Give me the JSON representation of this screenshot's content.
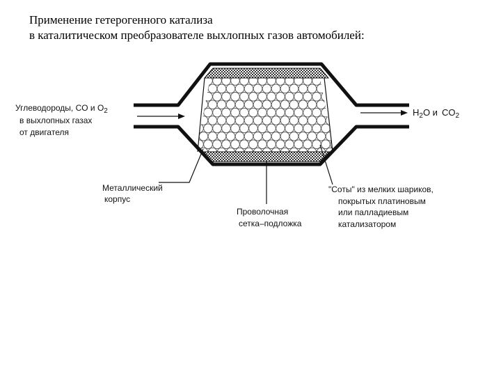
{
  "title": {
    "line1": "Применение гетерогенного катализа",
    "line2": "в каталитическом преобразователе выхлопных газов автомобилей:"
  },
  "inlet": {
    "line1_prefix": "Углеводороды, CO и O",
    "line1_sub": "2",
    "line2": "в выхлопных газах",
    "line3": "от двигателя"
  },
  "outlet": {
    "h": "H",
    "h_sub": "2",
    "o_and": "O и",
    "co": "CO",
    "co_sub": "2"
  },
  "labels": {
    "housing_line1": "Металлический",
    "housing_line2": "корпус",
    "mesh_line1": "Проволочная",
    "mesh_line2": "сетка–подложка",
    "honeycomb_line1": "\"Соты\" из мелких шариков,",
    "honeycomb_line2": "покрытых платиновым",
    "honeycomb_line3": "или палладиевым",
    "honeycomb_line4": "катализатором"
  },
  "colors": {
    "ink": "#111111",
    "bead_stroke": "#555555",
    "mesh_fill": "#666666"
  },
  "icons": [
    "arrow-right-icon"
  ]
}
